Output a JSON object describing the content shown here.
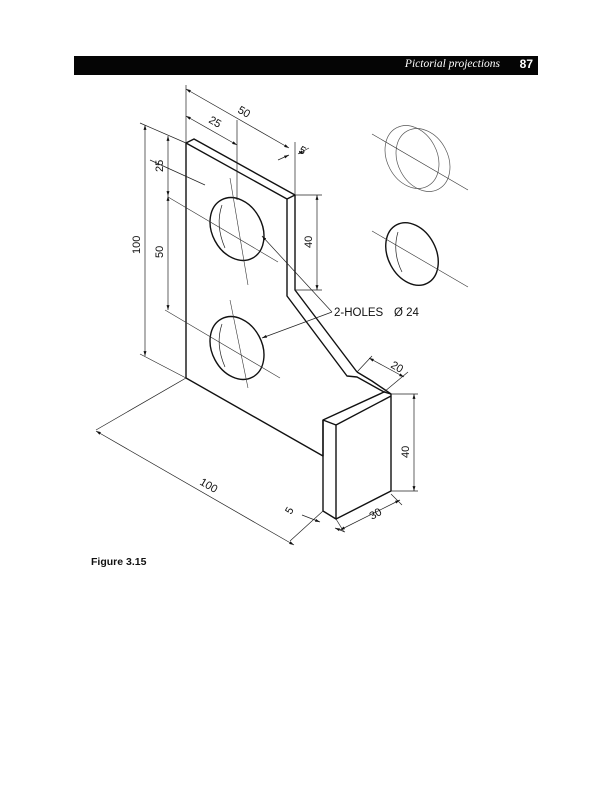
{
  "header": {
    "running_title": "Pictorial projections",
    "page_number": "87"
  },
  "figure": {
    "caption": "Figure 3.15",
    "dimensions": {
      "top_width": "50",
      "top_half": "25",
      "plate_thickness": "5",
      "top_hole_offset": "25",
      "hole_spacing": "50",
      "overall_height": "100",
      "step_height": "40",
      "foot_width": "20",
      "foot_height": "40",
      "base_length": "100",
      "foot_thickness": "5",
      "foot_depth": "30"
    },
    "hole_note": {
      "label": "2-HOLES",
      "diameter": "Ø 24"
    }
  }
}
